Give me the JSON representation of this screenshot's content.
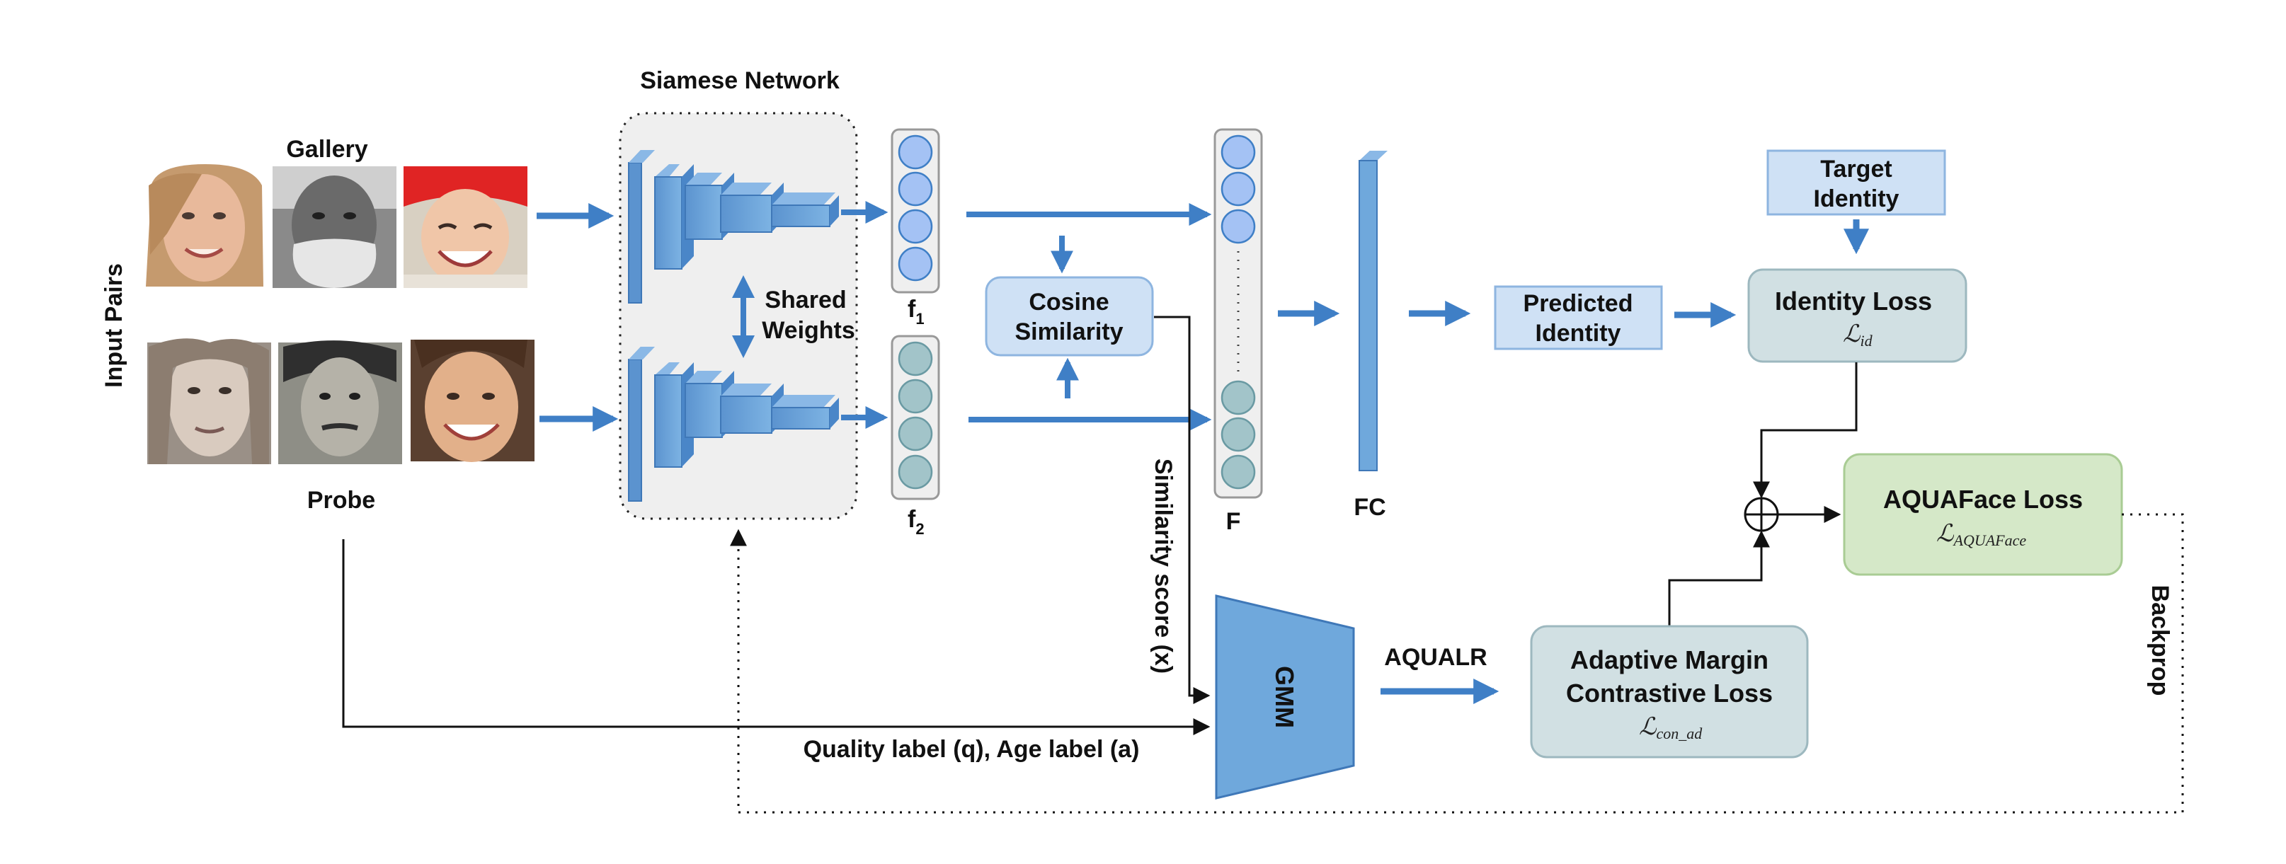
{
  "labels": {
    "input_pairs": "Input Pairs",
    "gallery": "Gallery",
    "probe": "Probe",
    "siamese_network": "Siamese Network",
    "shared_weights_line1": "Shared",
    "shared_weights_line2": "Weights",
    "f1": "f",
    "f1_sub": "1",
    "f2": "f",
    "f2_sub": "2",
    "cosine_line1": "Cosine",
    "cosine_line2": "Similarity",
    "F": "F",
    "FC": "FC",
    "predicted_line1": "Predicted",
    "predicted_line2": "Identity",
    "target_line1": "Target",
    "target_line2": "Identity",
    "identity_loss": "Identity Loss",
    "identity_loss_math": "ℒ",
    "identity_loss_sub": "id",
    "aquaface_loss": "AQUAFace Loss",
    "aquaface_math": "ℒ",
    "aquaface_sub": "AQUAFace",
    "adaptive_line1": "Adaptive Margin",
    "adaptive_line2": "Contrastive Loss",
    "adaptive_math": "ℒ",
    "adaptive_sub": "con_ad",
    "gmm": "GMM",
    "aqualr": "AQUALR",
    "similarity_score": "Similarity score (x)",
    "quality_age_label": "Quality label (q), Age label (a)",
    "backprop": "Backprop"
  },
  "colors": {
    "arrow_blue": "#3f7fc6",
    "light_blue_box": "#cfe1f5",
    "light_blue_border": "#8eb5e0",
    "gray_box": "#d1e0e3",
    "gray_border": "#9db8bf",
    "green_box": "#d5e8c8",
    "green_border": "#a9cc94",
    "f1_circle": "#a4c2f4",
    "f2_circle": "#a2c4c9",
    "cnn_blue": "#6fa8dc",
    "gmm_blue": "#6fa8dc"
  },
  "icons": {
    "sum_node": "circle-plus-icon"
  },
  "gallery_faces": [
    "face-woman-smiling",
    "face-elderly-man-bearded",
    "face-elderly-woman-red-hat"
  ],
  "probe_faces": [
    "face-young-woman-bw",
    "face-young-man-bw",
    "face-young-woman-smiling"
  ]
}
